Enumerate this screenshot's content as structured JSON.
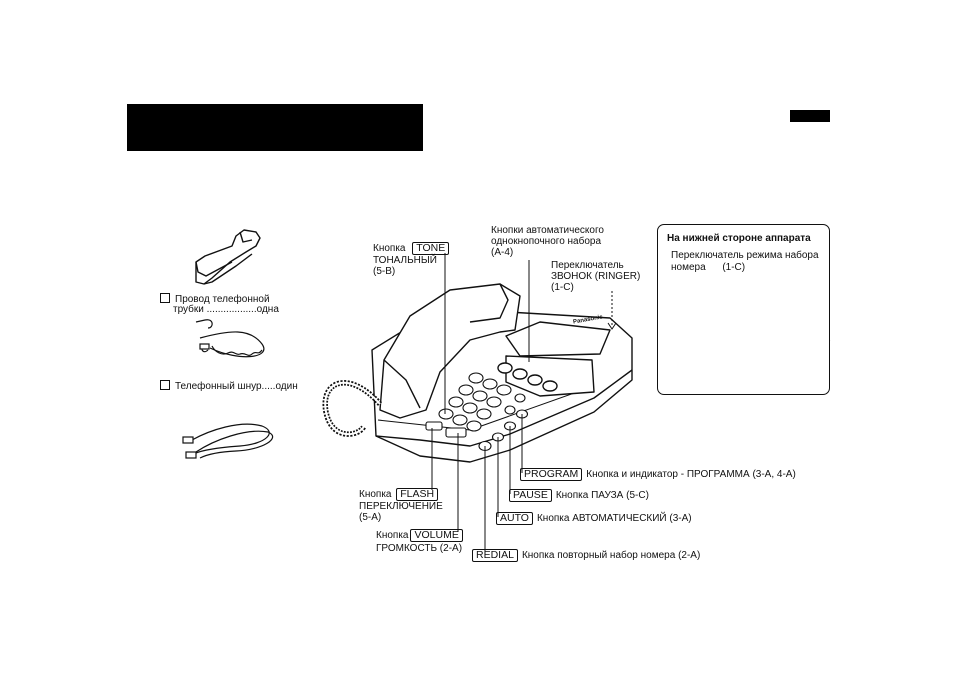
{
  "accessories": {
    "handset_cord": {
      "line1": "Провод телефонной",
      "line2": "трубки ..................одна"
    },
    "telephone_line_cord": {
      "label": "Телефонный шнур.....один"
    }
  },
  "bottom_panel": {
    "title": "На нижней стороне аппарата",
    "dial_mode_line1": "Переключатель режима набора",
    "dial_mode_line2": "номера      (1-C)"
  },
  "phone": {
    "brand": "Panasonic"
  },
  "labels": {
    "tone": {
      "prefix": "Кнопка",
      "key": "TONE",
      "line2": "ТОНАЛЬНЫЙ",
      "line3": "(5-B)"
    },
    "one_touch": {
      "line1": "Кнопки автоматического",
      "line2": "однокнопочного набора",
      "line3": "(A-4)"
    },
    "ringer": {
      "line1": "Переключатель",
      "line2": "ЗВОНОК (RINGER)",
      "line3": "(1-C)"
    },
    "program": {
      "key": "PROGRAM",
      "text": "Кнопка и индикатор - ПРОГРАММА (3-A, 4-A)"
    },
    "pause": {
      "key": "PAUSE",
      "text": "Кнопка ПАУЗА (5-C)"
    },
    "auto": {
      "key": "AUTO",
      "text": "Кнопка АВТОМАТИЧЕСКИЙ (3-A)"
    },
    "redial": {
      "key": "REDIAL",
      "text": "Кнопка повторный набор номера (2-A)"
    },
    "flash": {
      "prefix": "Кнопка",
      "key": "FLASH",
      "line2": "ПЕРЕКЛЮЧЕНИЕ",
      "line3": "(5-A)"
    },
    "volume": {
      "prefix": "Кнопка",
      "key": "VOLUME",
      "line2": "ГРОМКОСТЬ (2-A)"
    }
  }
}
